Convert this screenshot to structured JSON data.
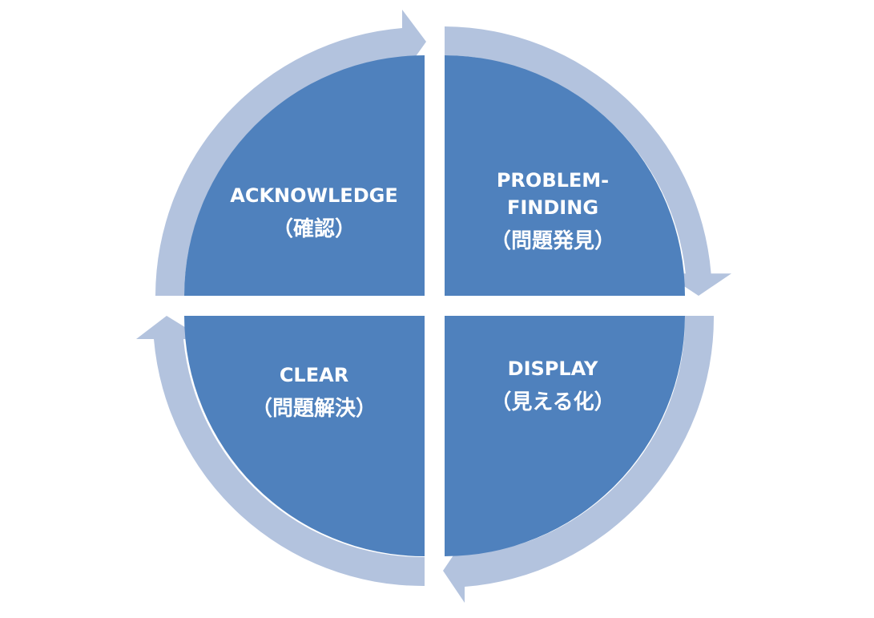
{
  "colors": {
    "quadrant_fill": "#4f81bd",
    "arrow_fill": "#b3c3de",
    "text": "#ffffff",
    "background": "#ffffff"
  },
  "quadrants": {
    "acknowledge": {
      "en": "ACKNOWLEDGE",
      "jp": "（確認）"
    },
    "problem_finding": {
      "en": "PROBLEM-\nFINDING",
      "jp": "（問題発見）"
    },
    "display": {
      "en": "DISPLAY",
      "jp": "（見える化）"
    },
    "clear": {
      "en": "CLEAR",
      "jp": "（問題解決）"
    }
  }
}
